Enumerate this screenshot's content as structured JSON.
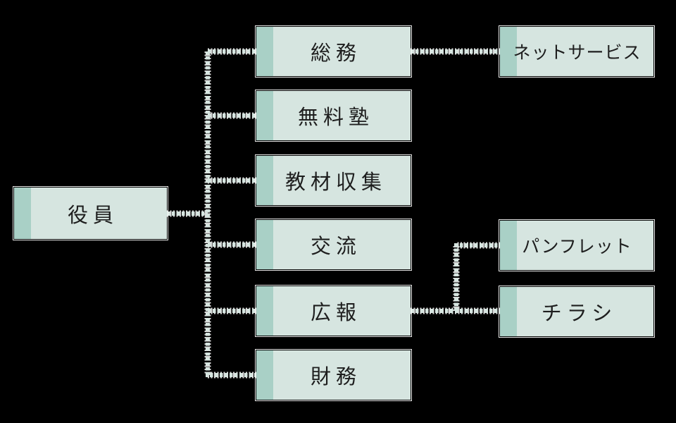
{
  "diagram": {
    "type": "org_chart",
    "background_color": "#000000",
    "box_fill_color": "#d6e5e0",
    "box_accent_color": "#a9d0c6",
    "box_outline_color": "#ffffff",
    "text_color": "#1e1e1e",
    "connector_color": "#d6e5e0",
    "connector_style": "dotted",
    "nodes": {
      "yakuin": {
        "label": "役員"
      },
      "somu": {
        "label": "総務"
      },
      "muryo": {
        "label": "無料塾"
      },
      "kyozai": {
        "label": "教材収集"
      },
      "koryu": {
        "label": "交流"
      },
      "koho": {
        "label": "広報"
      },
      "zaimu": {
        "label": "財務"
      },
      "net": {
        "label": "ネットサービス"
      },
      "pamph": {
        "label": "パンフレット"
      },
      "chirashi": {
        "label": "チラシ"
      }
    },
    "edges": [
      {
        "from": "役員",
        "to": "総務"
      },
      {
        "from": "役員",
        "to": "無料塾"
      },
      {
        "from": "役員",
        "to": "教材収集"
      },
      {
        "from": "役員",
        "to": "交流"
      },
      {
        "from": "役員",
        "to": "広報"
      },
      {
        "from": "役員",
        "to": "財務"
      },
      {
        "from": "総務",
        "to": "ネットサービス"
      },
      {
        "from": "広報",
        "to": "パンフレット"
      },
      {
        "from": "広報",
        "to": "チラシ"
      }
    ]
  }
}
